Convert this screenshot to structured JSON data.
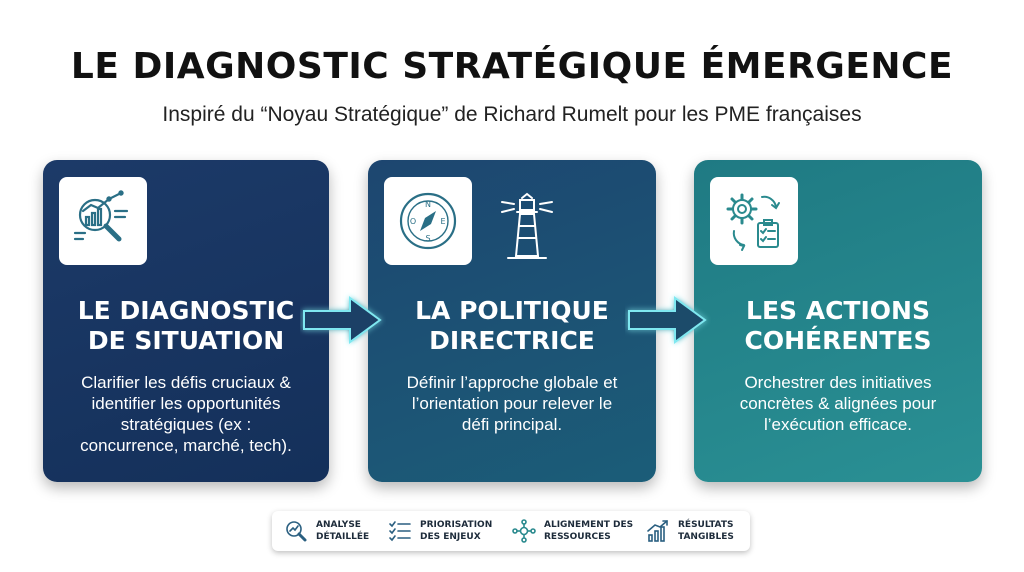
{
  "header": {
    "title": "LE DIAGNOSTIC STRATÉGIQUE ÉMERGENCE",
    "subtitle": "Inspiré du “Noyau Stratégique” de Richard Rumelt pour les PME françaises"
  },
  "cards": [
    {
      "title_lines": [
        "LE DIAGNOSTIC",
        "DE SITUATION"
      ],
      "description_lines": [
        "Clarifier les défis cruciaux &",
        "identifier les opportunités",
        "stratégiques (ex :",
        "concurrence, marché, tech)."
      ],
      "icons": [
        "analysis-magnifier-icon"
      ]
    },
    {
      "title_lines": [
        "LA POLITIQUE",
        "DIRECTRICE"
      ],
      "description_lines": [
        "Définir l’approche globale et",
        "l’orientation pour relever le",
        "défi principal."
      ],
      "icons": [
        "compass-icon",
        "lighthouse-icon"
      ],
      "compass_letters": [
        "N",
        "E",
        "S",
        "O"
      ]
    },
    {
      "title_lines": [
        "LES ACTIONS",
        "COHÉRENTES"
      ],
      "description_lines": [
        "Orchestrer des initiatives",
        "concrètes & alignées pour",
        "l’exécution efficace."
      ],
      "icons": [
        "gears-checklist-icon"
      ]
    }
  ],
  "legend": [
    {
      "lines": [
        "ANALYSE",
        "DÉTAILLÉE"
      ],
      "icon": "magnifier-chart-icon"
    },
    {
      "lines": [
        "PRIORISATION",
        "DES ENJEUX"
      ],
      "icon": "checklist-icon"
    },
    {
      "lines": [
        "ALIGNEMENT DES",
        "RESSOURCES"
      ],
      "icon": "network-icon"
    },
    {
      "lines": [
        "RÉSULTATS",
        "TANGIBLES"
      ],
      "icon": "growth-chart-icon"
    }
  ],
  "colors": {
    "card1": "#1c3a68",
    "card2": "#1d4f72",
    "card3": "#24858b",
    "icon_stroke": "#2a6f86",
    "arrow": "#1e3f66"
  }
}
